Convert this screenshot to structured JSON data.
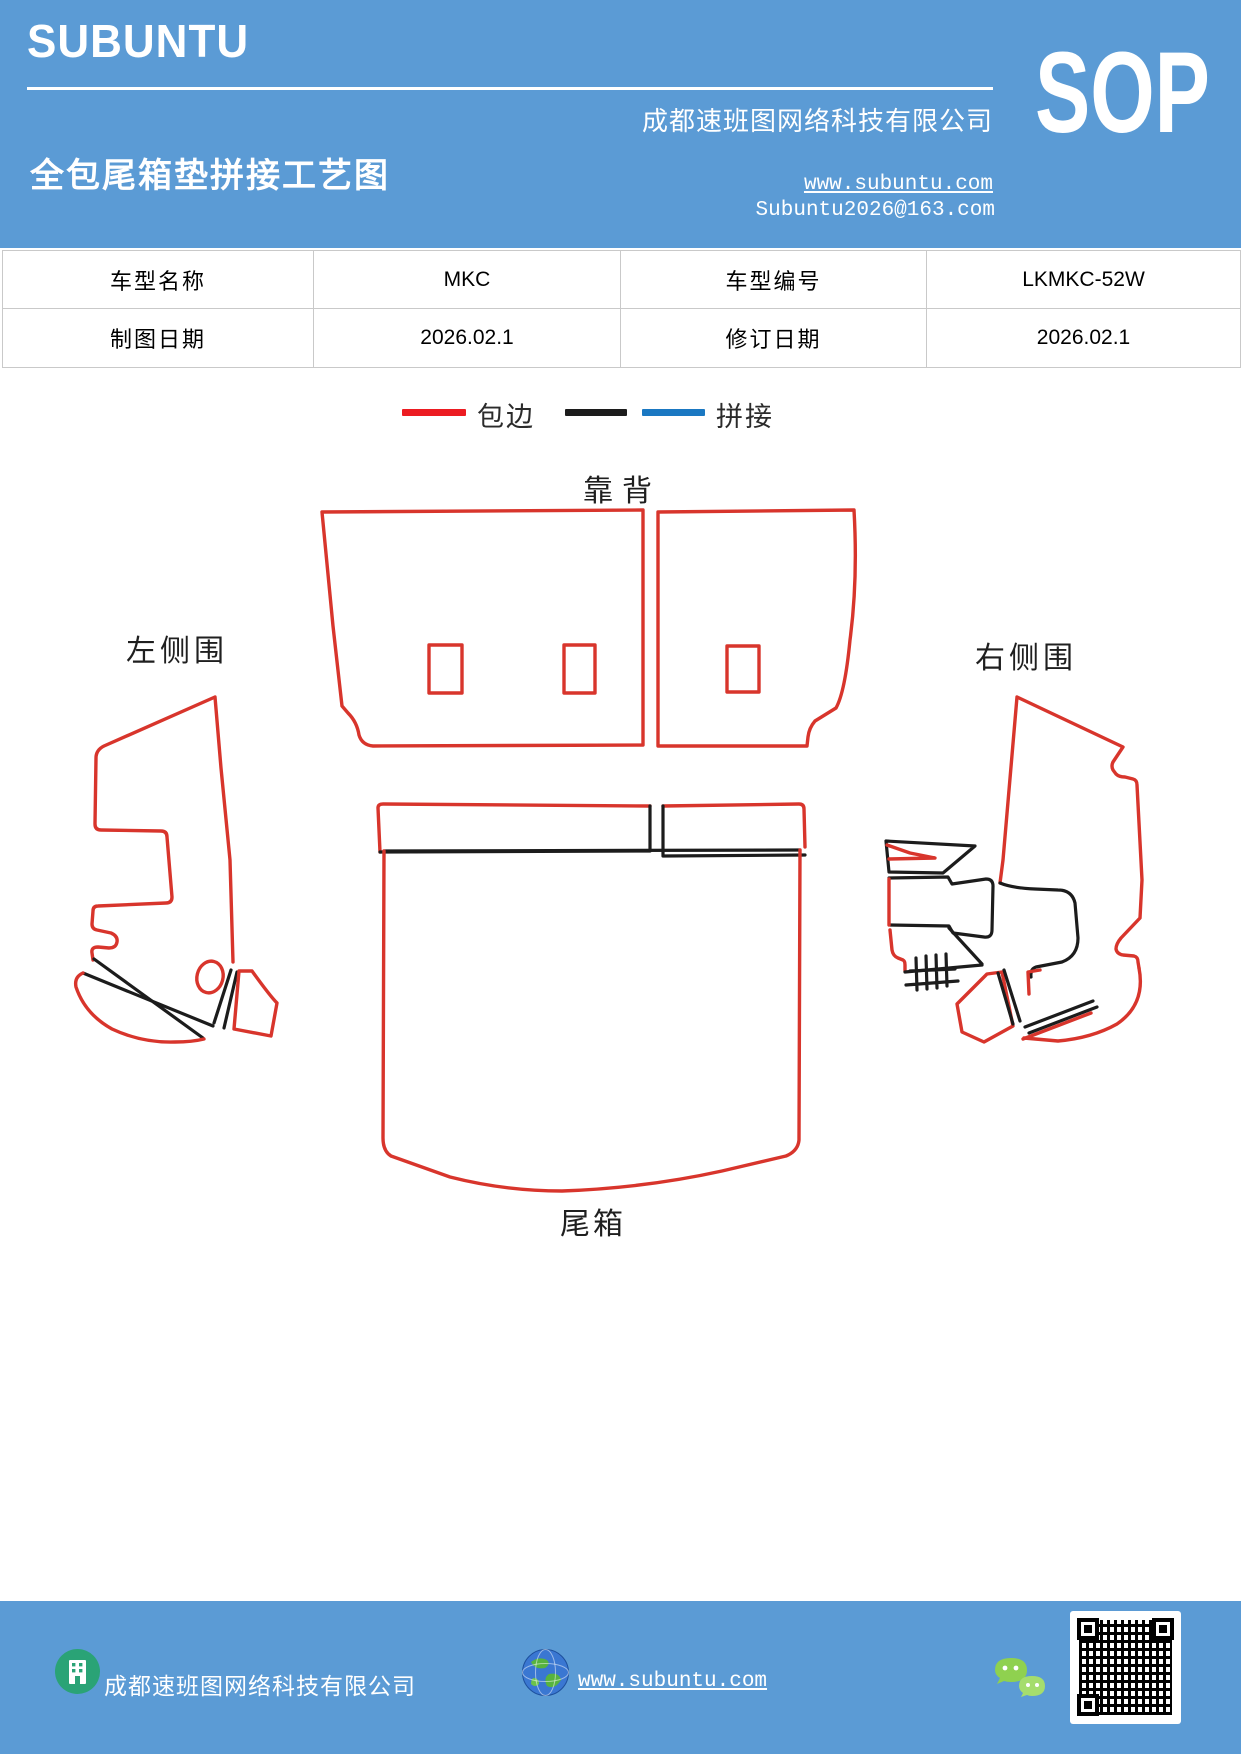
{
  "header": {
    "logo": "SUBUNTU",
    "badge": "SOP",
    "company": "成都速班图网络科技有限公司",
    "title": "全包尾箱垫拼接工艺图",
    "website": "www.subuntu.com",
    "email": "Subuntu2026@163.com",
    "banner_color": "#5b9bd5"
  },
  "info_table": {
    "rows": [
      [
        "车型名称",
        "MKC",
        "车型编号",
        "LKMKC-52W"
      ],
      [
        "制图日期",
        "2026.02.1",
        "修订日期",
        "2026.02.1"
      ]
    ]
  },
  "legend": {
    "binding_label": "包边",
    "splice_label": "拼接",
    "binding_color": "#ec1c22",
    "splice_colors": [
      "#1c1c1c",
      "#1a78c2"
    ]
  },
  "diagram": {
    "labels": {
      "backrest": "靠背",
      "left_side": "左侧围",
      "right_side": "右侧围",
      "trunk": "尾箱"
    },
    "edge_color": "#d8352c",
    "splice_color": "#1c1c1c"
  },
  "footer": {
    "company": "成都速班图网络科技有限公司",
    "website": "www.subuntu.com",
    "icons": [
      "building-icon",
      "globe-icon",
      "wechat-icon",
      "qr-code"
    ]
  }
}
